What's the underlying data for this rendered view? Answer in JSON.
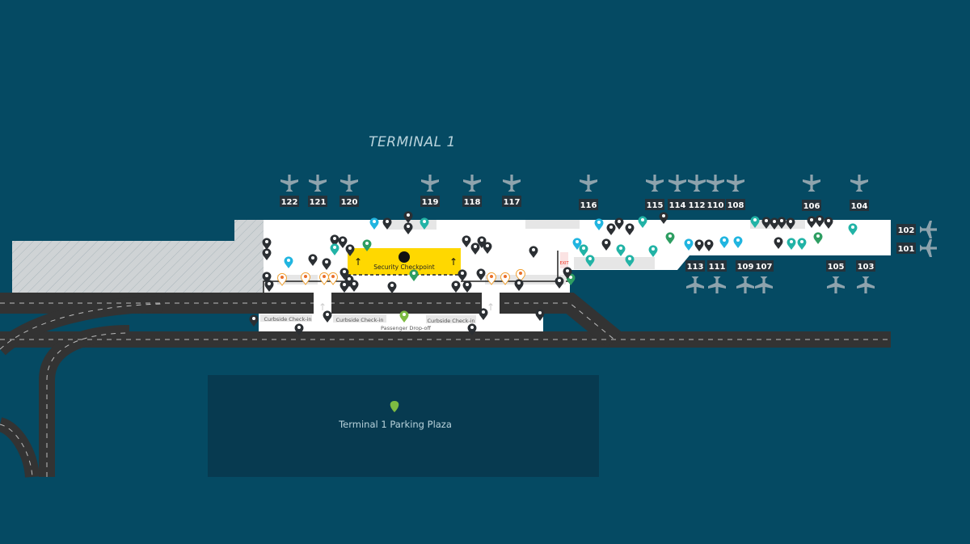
{
  "terminal_title": "TERMINAL 1",
  "security_checkpoint": "Security Checkpoint",
  "curbside": [
    "Curbside Check-in",
    "Curbside Check-in",
    "Curbside Check-in"
  ],
  "passenger_dropoff": "Passenger Drop-off",
  "parking_label": "Terminal 1 Parking Plaza",
  "exit_label": "EXIT",
  "gates_top": [
    "122",
    "121",
    "120",
    "119",
    "118",
    "117",
    "116",
    "115",
    "114",
    "112",
    "110",
    "108",
    "106",
    "104"
  ],
  "gates_bottom": [
    "113",
    "111",
    "109",
    "107",
    "105",
    "103"
  ],
  "gates_right": [
    "102",
    "101"
  ],
  "colors": {
    "background": "#054a63",
    "parking": "#073a50",
    "terminal": "#ffffff",
    "checkpoint": "#ffd800",
    "road": "#333333",
    "gate_label": "#26323a",
    "plane": "#8ea3ad",
    "pin_dark": "#2b2f33",
    "pin_teal": "#22b3a6",
    "pin_cyan": "#21b5e0",
    "pin_green": "#2e9e62",
    "pin_lime": "#7dbb42"
  }
}
